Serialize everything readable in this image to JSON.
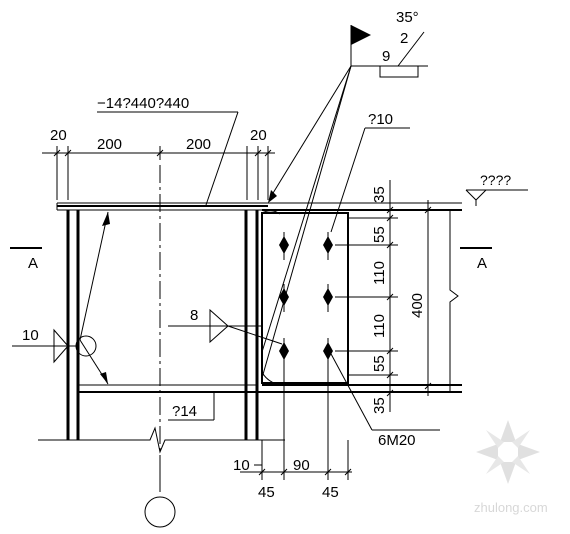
{
  "labels": {
    "weld_angle": "35°",
    "weld_gap": "2",
    "weld_size": "9",
    "plate_spec": "−14?440?440",
    "stiffener": "?10",
    "elevation_tag": "????",
    "section_left": "A",
    "section_right": "A",
    "dim_20_left": "20",
    "dim_200_left": "200",
    "dim_200_right": "200",
    "dim_20_right": "20",
    "dim_35_top": "35",
    "dim_55_top": "55",
    "dim_110_a": "110",
    "dim_110_b": "110",
    "dim_55_bottom": "55",
    "dim_35_bottom": "35",
    "dim_400": "400",
    "weld_10": "10",
    "weld_8": "8",
    "rib_14": "?14",
    "bolts": "6M20",
    "dim_10_bottom": "10",
    "dim_90": "90",
    "dim_45_left": "45",
    "dim_45_right": "45"
  },
  "watermark": "zhulong.com",
  "colors": {
    "line": "#000000",
    "watermark": "#c0c0c0"
  }
}
